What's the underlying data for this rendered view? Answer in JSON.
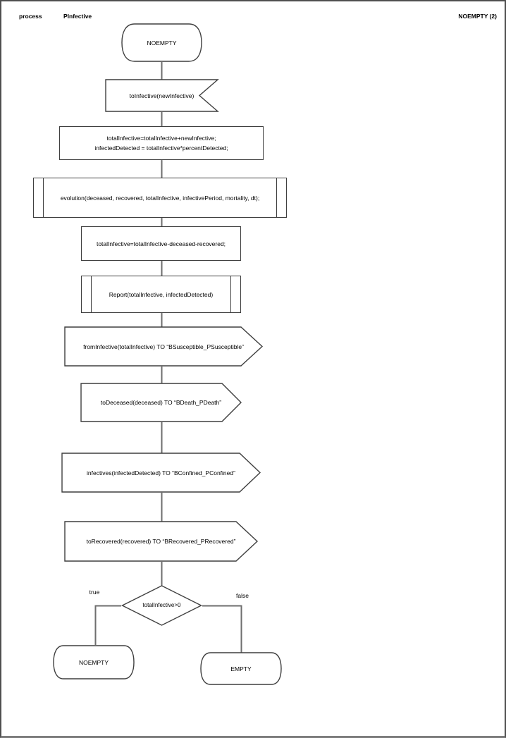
{
  "header": {
    "kind": "process",
    "title": "PInfective",
    "corner_ref": "NOEMPTY (2)"
  },
  "colors": {
    "shape_outline": "#3f3f3f",
    "connector": "#6e6e6e",
    "page_border": "#4f4f4f",
    "background": "#ffffff",
    "text": "#000000"
  },
  "flowchart": {
    "start_state": {
      "label": "NOEMPTY"
    },
    "receive_input": {
      "label": "toInfective(newInfective)"
    },
    "statement_update": {
      "line1": "totalInfective=totalInfective+newInfective;",
      "line2": "infectedDetected = totalInfective*percentDetected;"
    },
    "call_evolution": {
      "label": "evolution(deceased, recovered, totalInfective, infectivePeriod, mortality, dt);"
    },
    "statement_total": {
      "label": "totalInfective=totalInfective-deceased-recovered;"
    },
    "call_report": {
      "label": "Report(totalInfective, infectedDetected)"
    },
    "send_from_infective": {
      "label": "fromInfective(totalInfective) TO “BSusceptible_PSusceptible”"
    },
    "send_to_deceased": {
      "label": "toDeceased(deceased) TO “BDeath_PDeath”"
    },
    "send_infectives": {
      "label": "infectives(infectedDetected) TO “BConfined_PConfined”"
    },
    "send_to_recovered": {
      "label": "toRecovered(recovered) TO “BRecovered_PRecovered”"
    },
    "decision": {
      "label": "totalInfective>0",
      "true_label": "true",
      "false_label": "false"
    },
    "end_state_true": {
      "label": "NOEMPTY"
    },
    "end_state_false": {
      "label": "EMPTY"
    }
  }
}
